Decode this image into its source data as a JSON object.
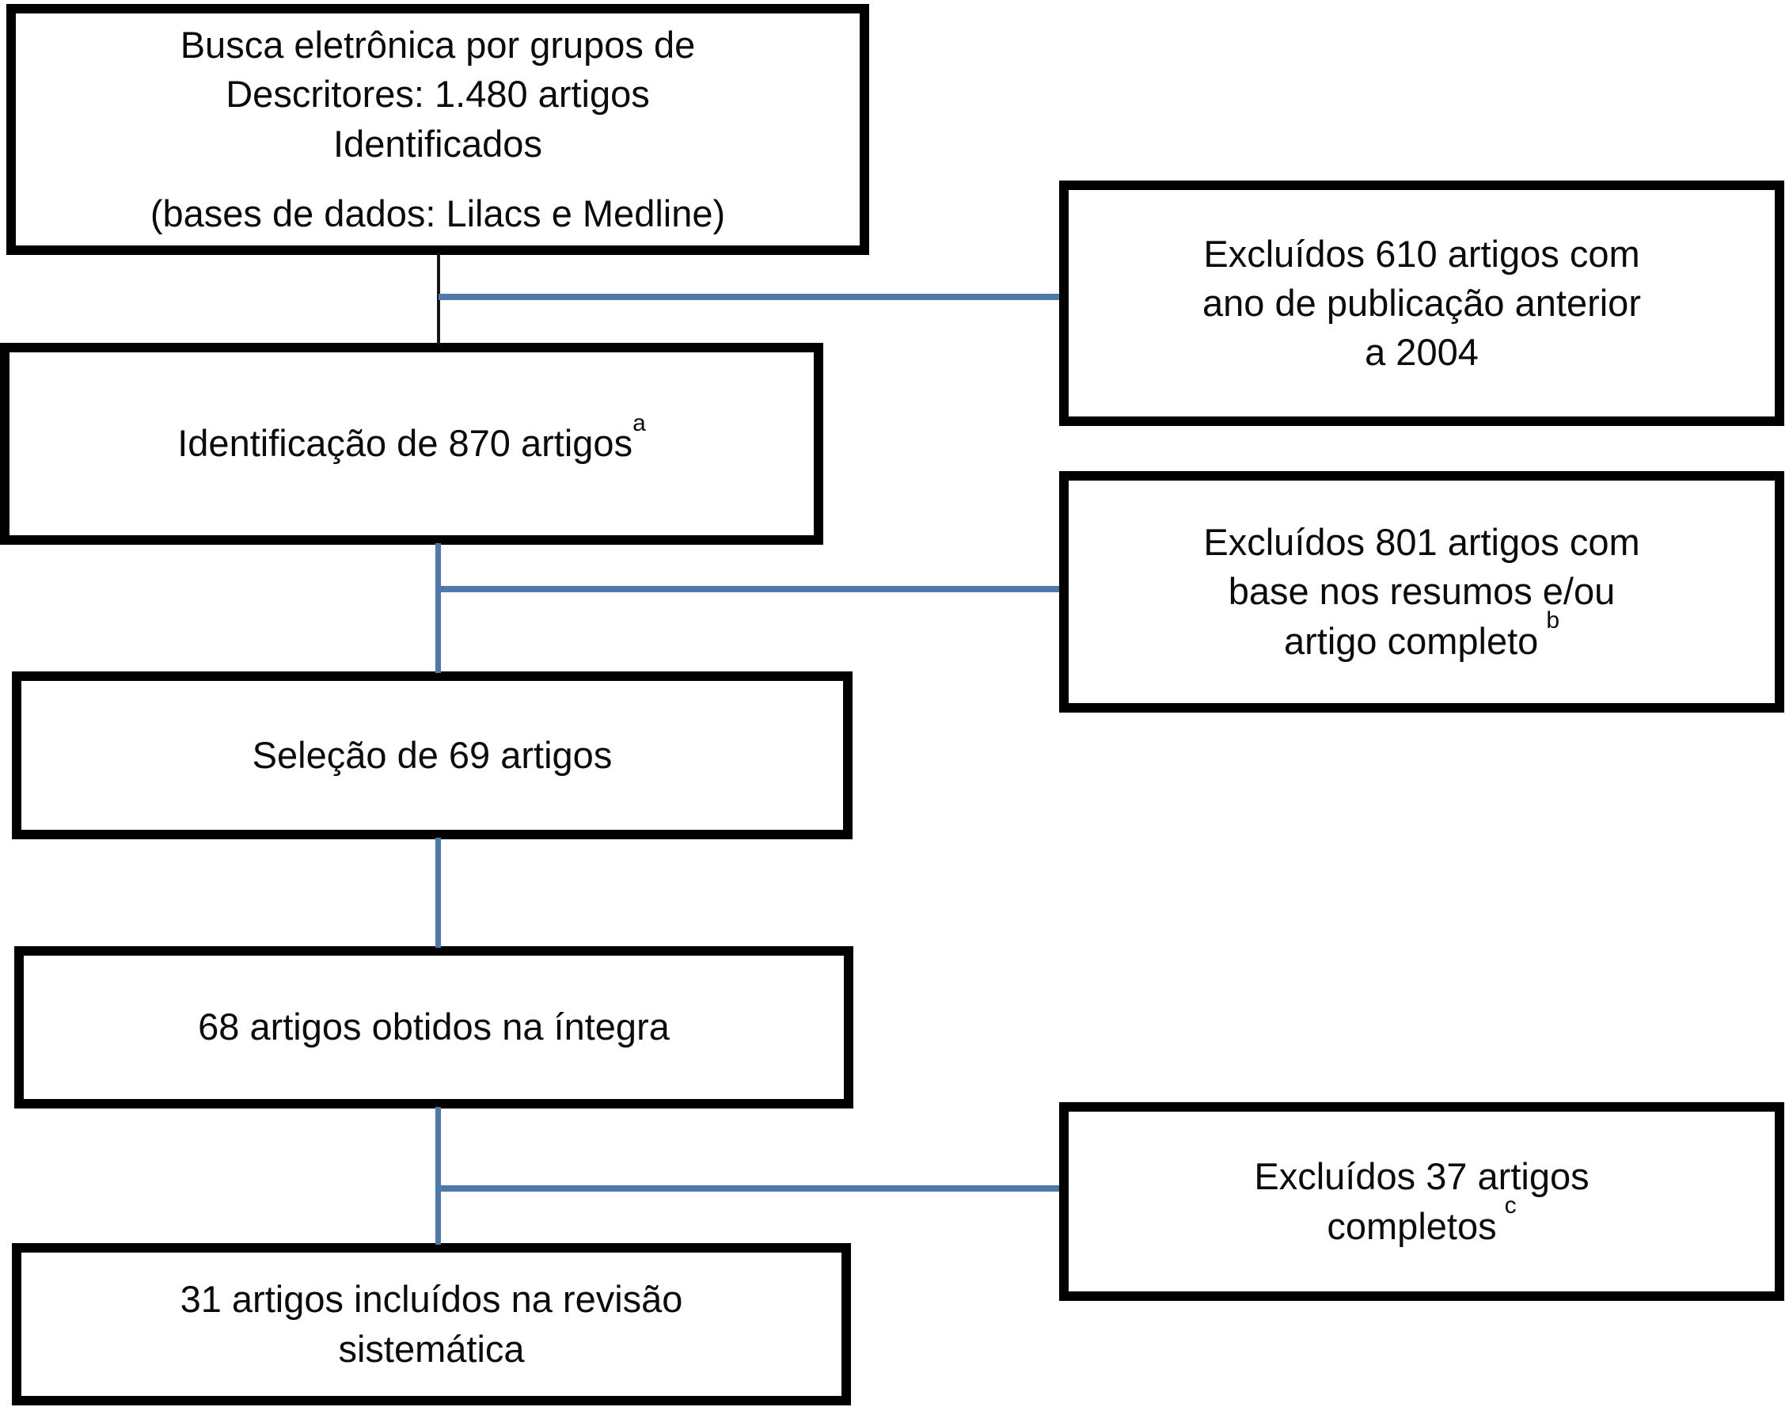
{
  "boxes": {
    "box1": {
      "line1": "Busca eletrônica por grupos de",
      "line2": "Descritores: 1.480 artigos",
      "line3": "Identificados",
      "line4": "(bases de dados: Lilacs e Medline)"
    },
    "box2": {
      "text": "Identificação de 870 artigos",
      "sup": "a"
    },
    "box3": {
      "text": "Seleção de 69 artigos"
    },
    "box4": {
      "text": "68 artigos obtidos na íntegra"
    },
    "box5": {
      "line1": "31 artigos incluídos na revisão",
      "line2": "sistemática"
    }
  },
  "exclusion_boxes": {
    "ex1": {
      "line1": "Excluídos 610 artigos com",
      "line2": "ano de publicação anterior",
      "line3": "a 2004"
    },
    "ex2": {
      "line1": "Excluídos 801 artigos com",
      "line2": "base nos resumos e/ou",
      "line3": "artigo completo",
      "sup": "b"
    },
    "ex3": {
      "line1": "Excluídos 37 artigos",
      "line2": "completos",
      "sup": "c"
    }
  },
  "colors": {
    "box_border": "#000000",
    "connector_blue": "#4d7aab",
    "connector_black": "#161616",
    "background": "#ffffff",
    "text": "#0b0b0b"
  }
}
